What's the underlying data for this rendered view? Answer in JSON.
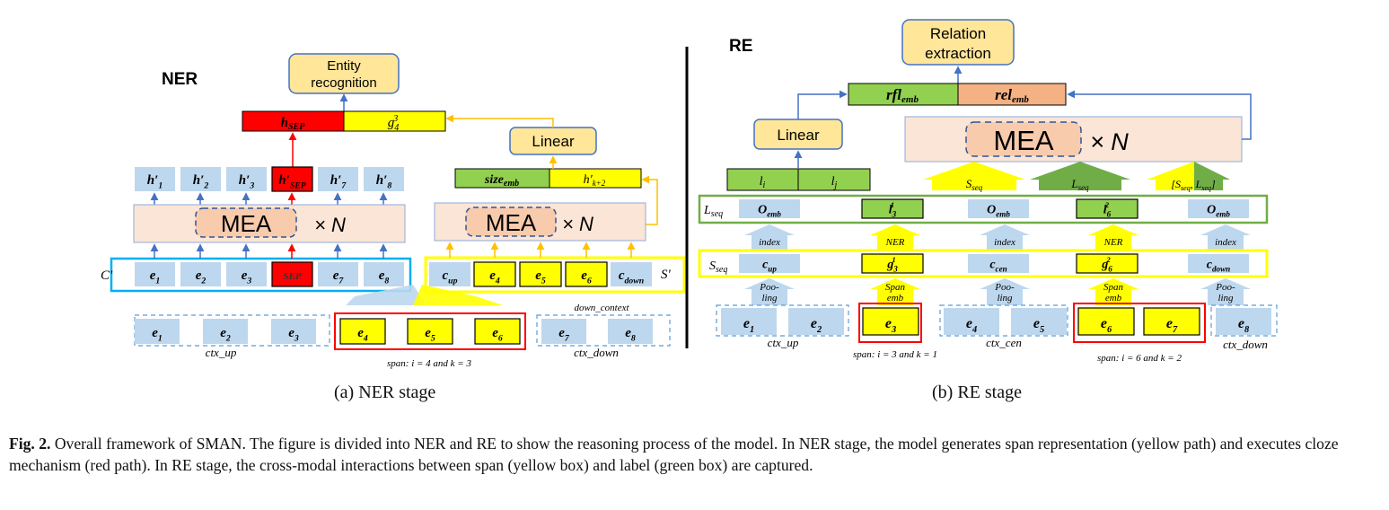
{
  "ner": {
    "title": "NER",
    "output_box": "Entity recognition",
    "output_line1": "Entity",
    "output_line2": "recognition",
    "top_bar": {
      "left": "h_SEP",
      "right": "g_4^3"
    },
    "h_row": [
      "h'1",
      "h'2",
      "h'3",
      "h'SEP",
      "h'7",
      "h'8"
    ],
    "mea": "MEA",
    "times_n": "× N",
    "c_prime": "C'",
    "c_row": [
      "e1",
      "e2",
      "e3",
      "SEP",
      "e7",
      "e8"
    ],
    "linear": "Linear",
    "right_bar": {
      "left": "size_emb",
      "right": "h'k+2"
    },
    "s_row": [
      "c_up",
      "e4",
      "e5",
      "e6",
      "c_down"
    ],
    "s_prime": "S'",
    "down_context": "down_context",
    "bottom_ctx_up": [
      "e1",
      "e2",
      "e3"
    ],
    "bottom_span": [
      "e4",
      "e5",
      "e6"
    ],
    "bottom_ctx_down": [
      "e7",
      "e8"
    ],
    "label_ctx_up": "ctx_up",
    "label_span": "span: i = 4 and k = 3",
    "label_ctx_down": "ctx_down"
  },
  "re": {
    "title": "RE",
    "output_line1": "Relation",
    "output_line2": "extraction",
    "top_bar": {
      "left": "rfl_emb",
      "right": "rel_emb"
    },
    "linear": "Linear",
    "mea": "MEA",
    "times_n": "× N",
    "l_pair": [
      "l_i",
      "l_j"
    ],
    "arrow_labels": [
      "S_seq",
      "L_seq",
      "[S_seq, L_seq]"
    ],
    "lseq_label": "L_seq",
    "lseq_row": [
      "O_emb",
      "l_3^1",
      "O_emb",
      "l_6^2",
      "O_emb"
    ],
    "mid_labels": [
      "index",
      "NER",
      "index",
      "NER",
      "index"
    ],
    "sseq_label": "S_seq",
    "sseq_row": [
      "c_up",
      "g_3^1",
      "c_cen",
      "g_6^2",
      "c_down"
    ],
    "lower_labels": [
      "Pooling",
      "Span emb",
      "Pooling",
      "Span emb",
      "Pooling"
    ],
    "bottom": [
      "e1",
      "e2",
      "e3",
      "e4",
      "e5",
      "e6",
      "e7",
      "e8"
    ],
    "label_ctx_up": "ctx_up",
    "label_span1": "span: i = 3 and k = 1",
    "label_ctx_cen": "ctx_cen",
    "label_span2": "span: i = 6 and k = 2",
    "label_ctx_down": "ctx_down"
  },
  "captions": {
    "a": "(a)  NER stage",
    "b": "(b)  RE stage"
  },
  "fig_caption": {
    "label": "Fig. 2.",
    "text": "Overall framework of SMAN. The figure is divided into NER and RE to show the reasoning process of the model. In NER stage, the model generates span representation (yellow path) and executes cloze mechanism (red path). In RE stage, the cross-modal interactions between span (yellow box) and label (green box) are captured."
  },
  "colors": {
    "light_blue": "#bdd7ee",
    "yellow": "#ffff00",
    "red": "#ff0000",
    "green": "#92d050",
    "peach": "#fbe5d6",
    "salmon": "#f4b183",
    "cream": "#ffe699",
    "cyan_border": "#00b0f0",
    "blue_arrow": "#4472c4",
    "orange_arrow": "#ffc000"
  }
}
